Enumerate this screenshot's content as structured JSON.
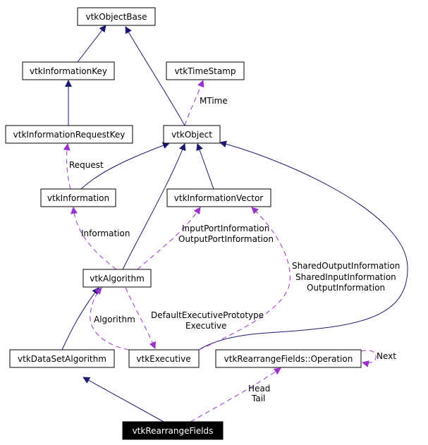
{
  "nodes": {
    "vtkObjectBase": "vtkObjectBase",
    "vtkInformationKey": "vtkInformationKey",
    "vtkTimeStamp": "vtkTimeStamp",
    "vtkInformationRequestKey": "vtkInformationRequestKey",
    "vtkObject": "vtkObject",
    "vtkInformation": "vtkInformation",
    "vtkInformationVector": "vtkInformationVector",
    "vtkAlgorithm": "vtkAlgorithm",
    "vtkDataSetAlgorithm": "vtkDataSetAlgorithm",
    "vtkExecutive": "vtkExecutive",
    "vtkRearrangeFieldsOperation": "vtkRearrangeFields::Operation",
    "vtkRearrangeFields": "vtkRearrangeFields"
  },
  "edge_labels": {
    "mtime": "MTime",
    "request": "Request",
    "information": "Information",
    "port_info_1": "InputPortInformation",
    "port_info_2": "OutputPortInformation",
    "shared_1": "SharedOutputInformation",
    "shared_2": "SharedInputInformation",
    "shared_3": "OutputInformation",
    "algorithm": "Algorithm",
    "exec_proto_1": "DefaultExecutivePrototype",
    "exec_proto_2": "Executive",
    "next": "Next",
    "head": "Head",
    "tail": "Tail"
  },
  "colors": {
    "inheritance": "#191970",
    "usage": "#9a32cd",
    "focus_fill": "#000000",
    "focus_text": "#ffffff"
  }
}
